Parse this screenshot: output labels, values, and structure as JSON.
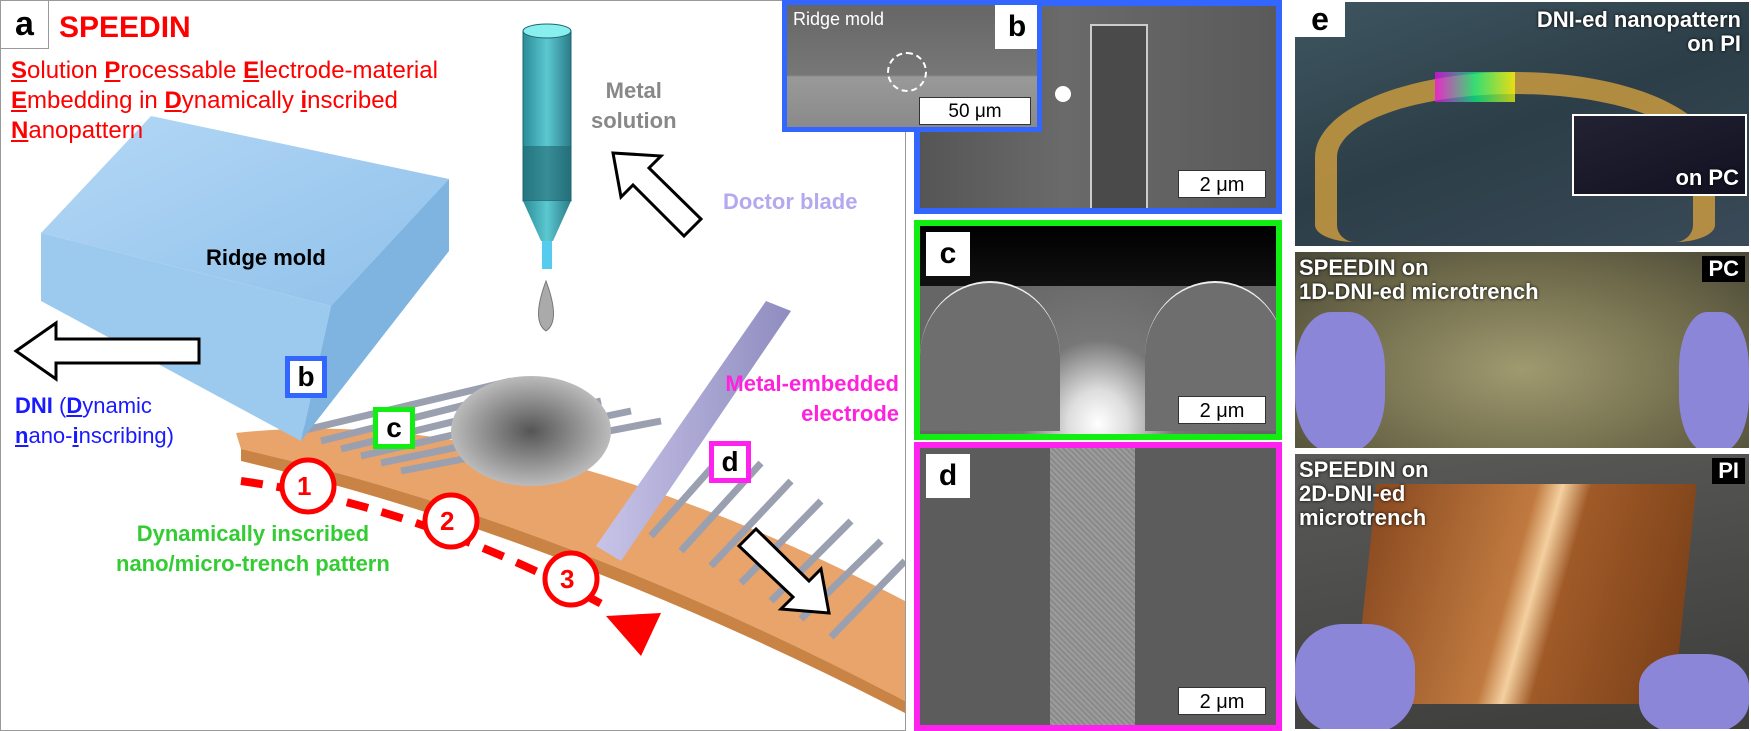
{
  "panel_a": {
    "label": "a",
    "title": "SPEEDIN",
    "definition": [
      [
        {
          "cap": "S",
          "rest": "olution "
        },
        {
          "cap": "P",
          "rest": "rocessable "
        },
        {
          "cap": "E",
          "rest": "lectrode-material"
        }
      ],
      [
        {
          "cap": "E",
          "rest": "mbedding in "
        },
        {
          "cap": "D",
          "rest": "ynamically "
        },
        {
          "cap": "i",
          "rest": "nscribed"
        }
      ],
      [
        {
          "cap": "N",
          "rest": "anopattern"
        }
      ]
    ],
    "ridge_mold": "Ridge mold",
    "metal_solution": [
      "Metal",
      "solution"
    ],
    "doctor_blade": "Doctor blade",
    "metal_embedded": [
      "Metal-embedded",
      "electrode"
    ],
    "dni": {
      "abbr": "DNI",
      "open": " (",
      "d": "D",
      "ynamic": "ynamic",
      "n": "n",
      "ano": "ano-",
      "i": "i",
      "nscribing": "nscribing)"
    },
    "trench_pattern": [
      "Dynamically inscribed",
      "nano/micro-trench pattern"
    ],
    "box_labels": [
      "b",
      "c",
      "d"
    ],
    "steps": [
      "1",
      "2",
      "3"
    ],
    "colors": {
      "red": "#ff0000",
      "blue": "#1a1aff",
      "green": "#33cc33",
      "magenta": "#ff22dd",
      "lavender": "#b4a8ee",
      "mold": "#a8d0f0",
      "substrate": "#e8a46a"
    }
  },
  "panel_b": {
    "label": "b",
    "inset_title": "Ridge mold",
    "inset_scale": "50 μm",
    "scale": "2 μm",
    "border": "#3366ff"
  },
  "panel_c": {
    "label": "c",
    "scale": "2 μm",
    "border": "#11ee11"
  },
  "panel_d": {
    "label": "d",
    "scale": "2 μm",
    "border": "#ff22ee"
  },
  "panel_e": {
    "label": "e",
    "top": {
      "title": [
        "DNI-ed nanopattern",
        "on PI"
      ],
      "inset": "on PC"
    },
    "middle": {
      "title": [
        "SPEEDIN on",
        "1D-DNI-ed microtrench"
      ],
      "tag": "PC"
    },
    "bottom": {
      "title": [
        "SPEEDIN on",
        "2D-DNI-ed",
        "microtrench"
      ],
      "tag": "PI"
    }
  }
}
